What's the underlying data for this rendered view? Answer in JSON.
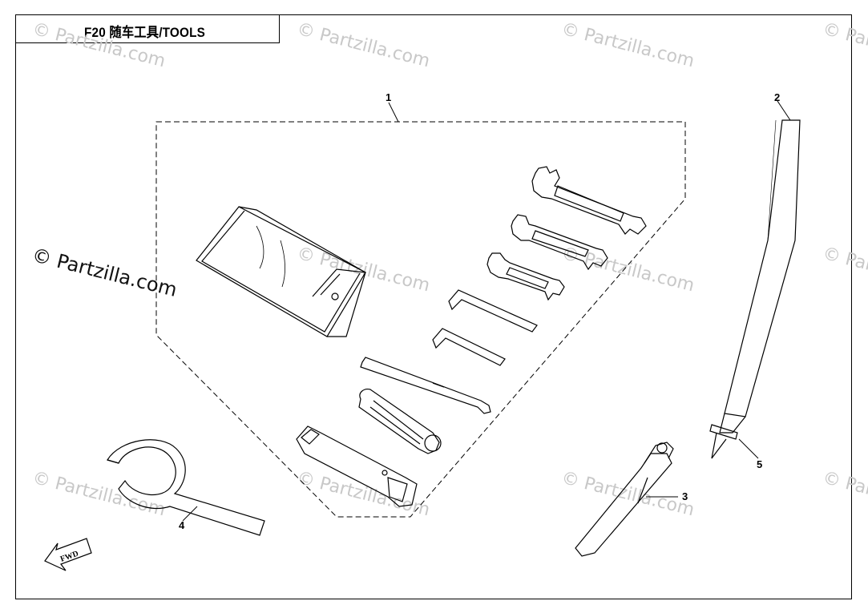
{
  "title": "F20 随车工具/TOOLS",
  "watermark_text": "© Partzilla.com",
  "callouts": [
    "1",
    "2",
    "3",
    "4",
    "5"
  ],
  "fwd_label": "FWD"
}
